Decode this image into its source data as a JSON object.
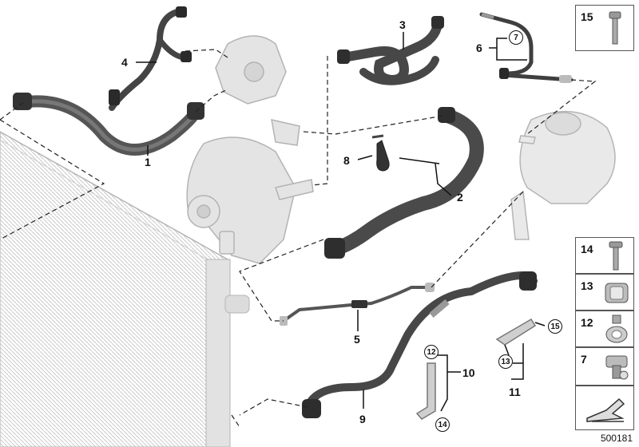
{
  "diagram_id": "500181",
  "callouts": {
    "c1": "1",
    "c2": "2",
    "c3": "3",
    "c4": "4",
    "c5": "5",
    "c6": "6",
    "c8": "8",
    "c9": "9",
    "c10": "10",
    "c11": "11"
  },
  "rings": {
    "r7": "7",
    "r12": "12",
    "r13": "13",
    "r14": "14",
    "r15": "15"
  },
  "side_panel": {
    "top": "15",
    "items": [
      "14",
      "13",
      "12",
      "7",
      ""
    ]
  }
}
